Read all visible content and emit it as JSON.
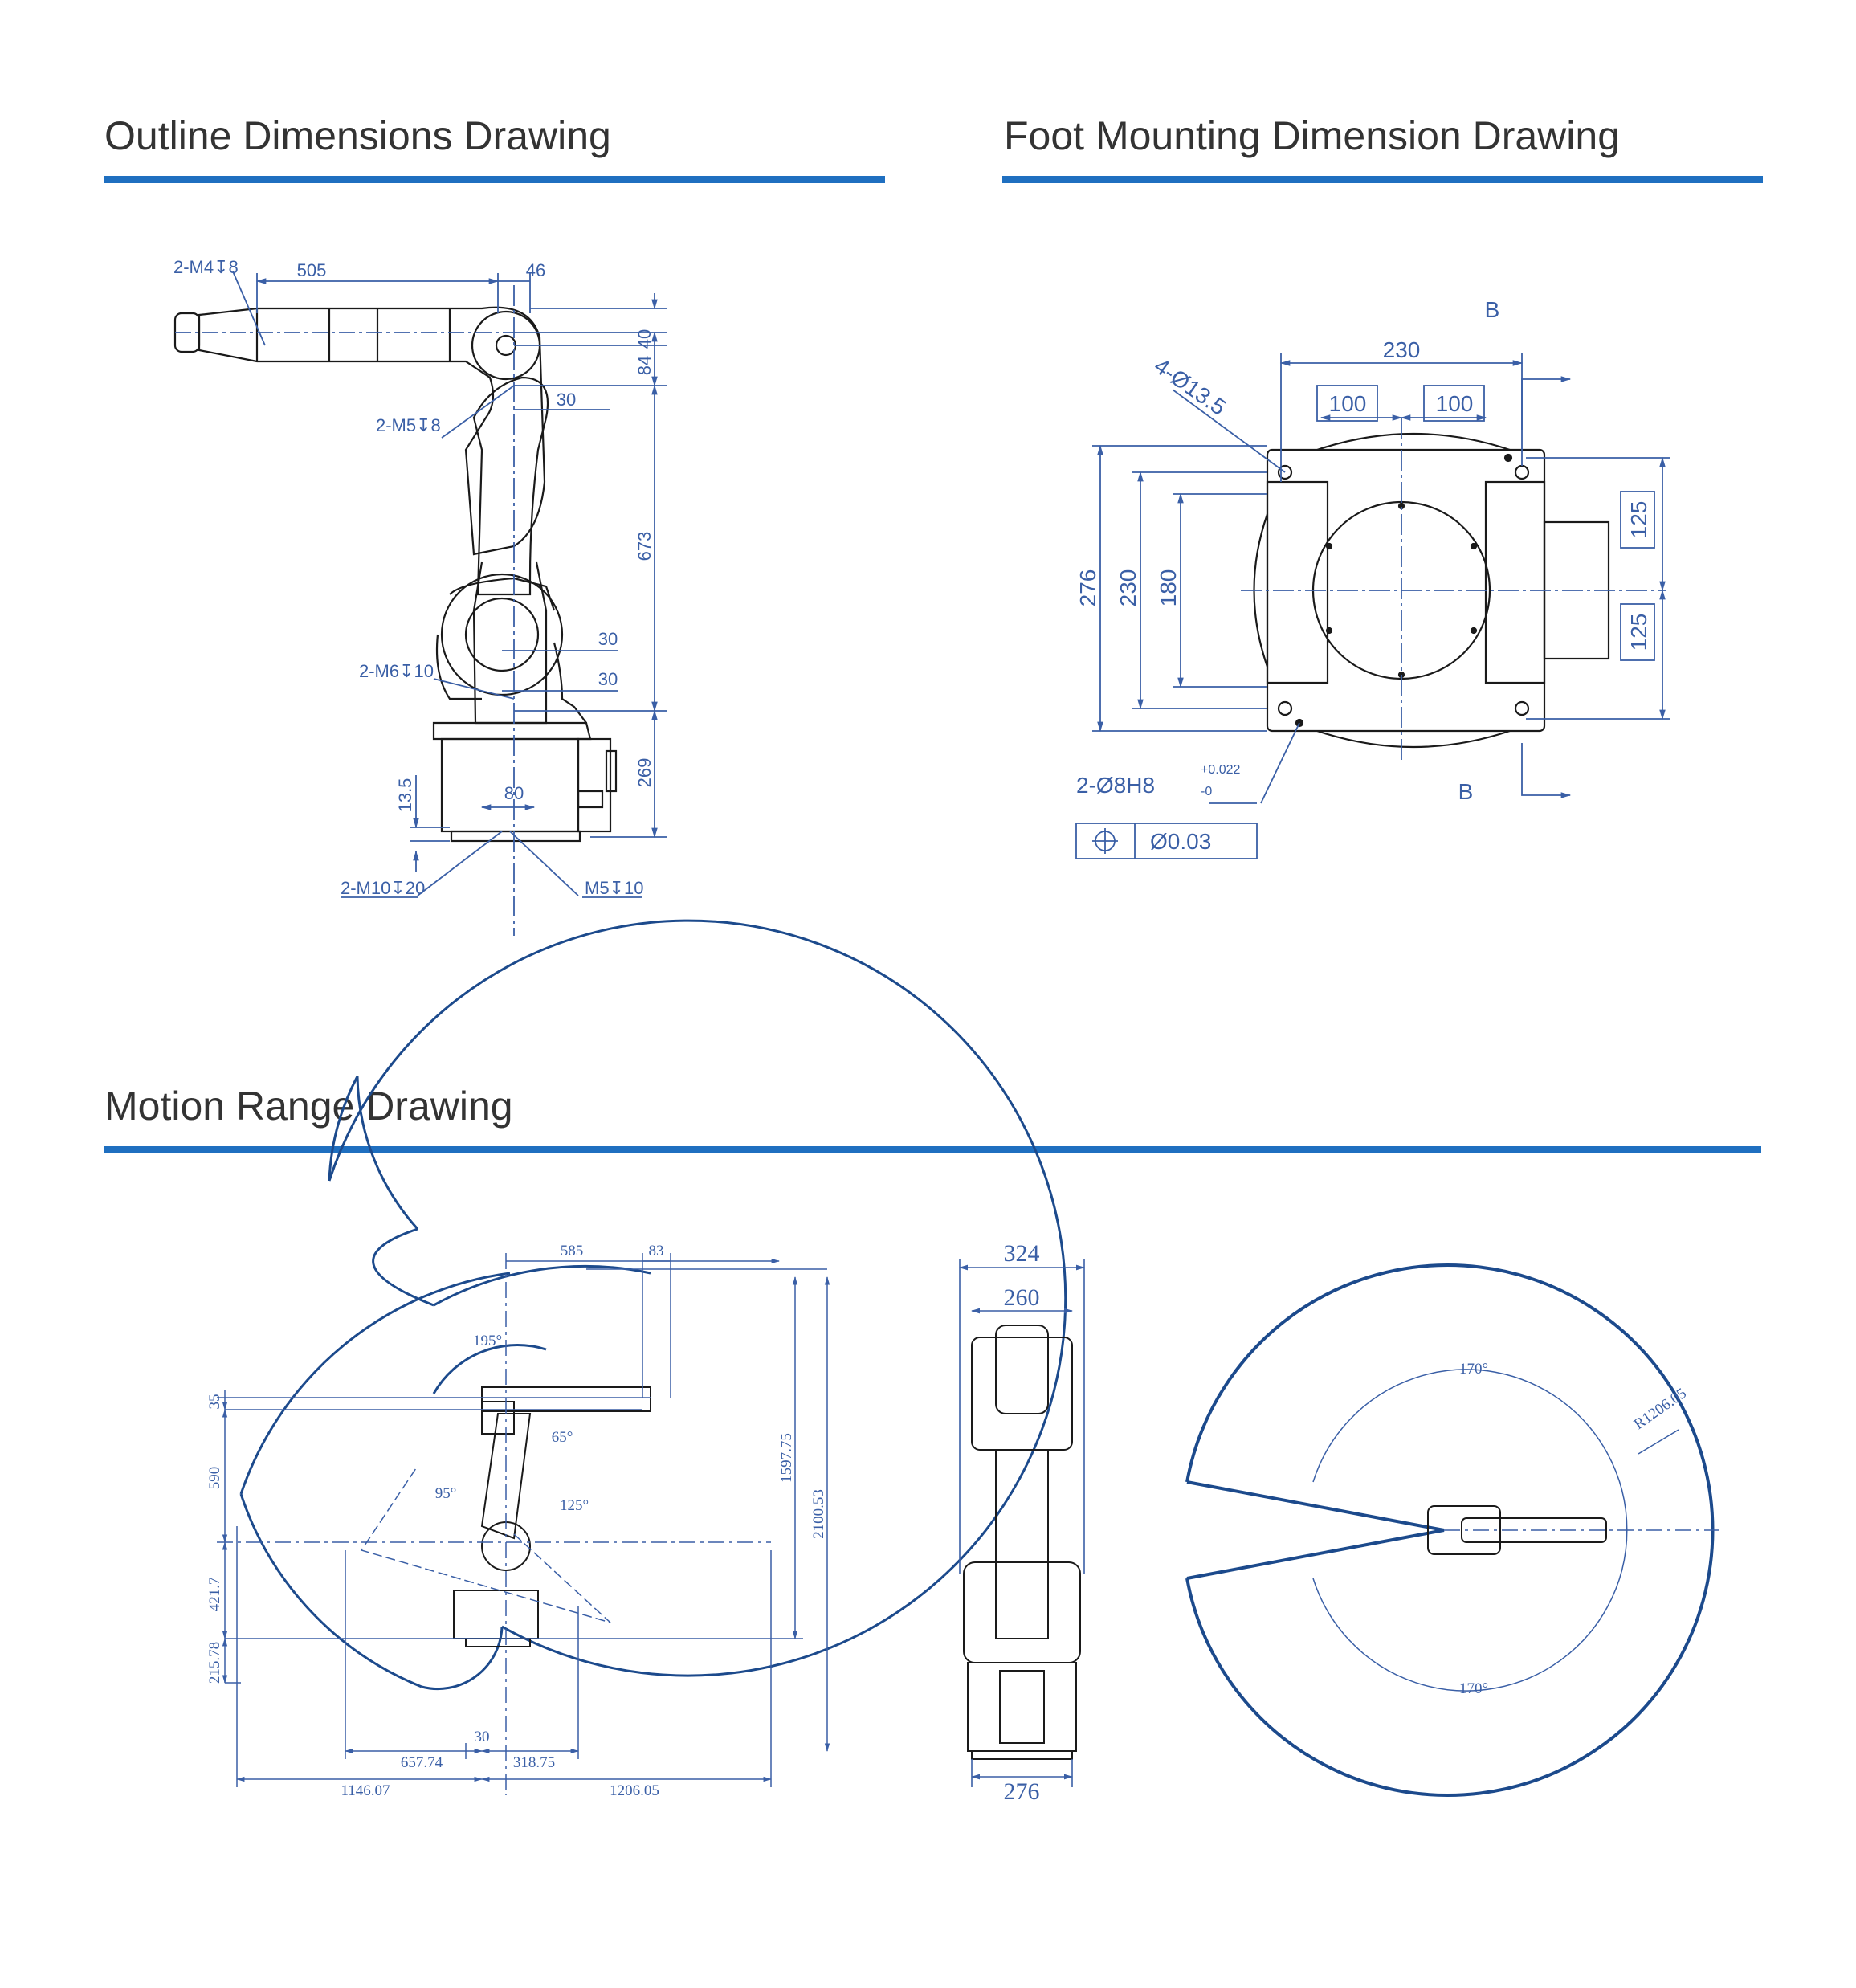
{
  "colors": {
    "accent": "#1f6fc0",
    "dimension": "#3a5fa6",
    "outline": "#1a1a1a",
    "range": "#1c4a8c"
  },
  "sections": {
    "outline": {
      "title": "Outline Dimensions Drawing"
    },
    "foot": {
      "title": "Foot Mounting Dimension Drawing"
    },
    "motion": {
      "title": "Motion Range Drawing"
    }
  },
  "outline_drawing": {
    "dims": {
      "d505": "505",
      "d46": "46",
      "d40": "40",
      "d84": "84",
      "d30a": "30",
      "d673": "673",
      "d30b": "30",
      "d30c": "30",
      "d269": "269",
      "d13_5": "13.5",
      "d80": "80"
    },
    "callouts": {
      "m4": "2-M4↧8",
      "m5": "2-M5↧8",
      "m6": "2-M6↧10",
      "m10": "2-M10↧20",
      "m5b": "M5↧10"
    }
  },
  "foot_drawing": {
    "section_mark": "B",
    "dims": {
      "w230": "230",
      "w100a": "100",
      "w100b": "100",
      "h276": "276",
      "h230": "230",
      "h180": "180",
      "h125a": "125",
      "h125b": "125"
    },
    "hole_callout": "4-Ø13.5",
    "pin_callout": "2-Ø8H8",
    "pin_tol_upper": "+0.022",
    "pin_tol_lower": "-0",
    "position_tolerance": "Ø0.03",
    "position_symbol": "position-icon"
  },
  "motion_drawing": {
    "side": {
      "dims": {
        "d585": "585",
        "d83": "83",
        "d35": "35",
        "d590": "590",
        "d421_7": "421.7",
        "d215_78": "215.78",
        "d1597_75": "1597.75",
        "d2100_53": "2100.53",
        "d30": "30",
        "d657_74": "657.74",
        "d318_75": "318.75",
        "d1146_07": "1146.07",
        "d1206_05": "1206.05"
      },
      "angles": {
        "a195": "195°",
        "a65": "65°",
        "a95": "95°",
        "a125": "125°"
      }
    },
    "front": {
      "dims": {
        "d324": "324",
        "d260": "260",
        "d276": "276"
      }
    },
    "top": {
      "angle_top": "170°",
      "angle_bottom": "170°",
      "radius": "R1206.05"
    }
  }
}
